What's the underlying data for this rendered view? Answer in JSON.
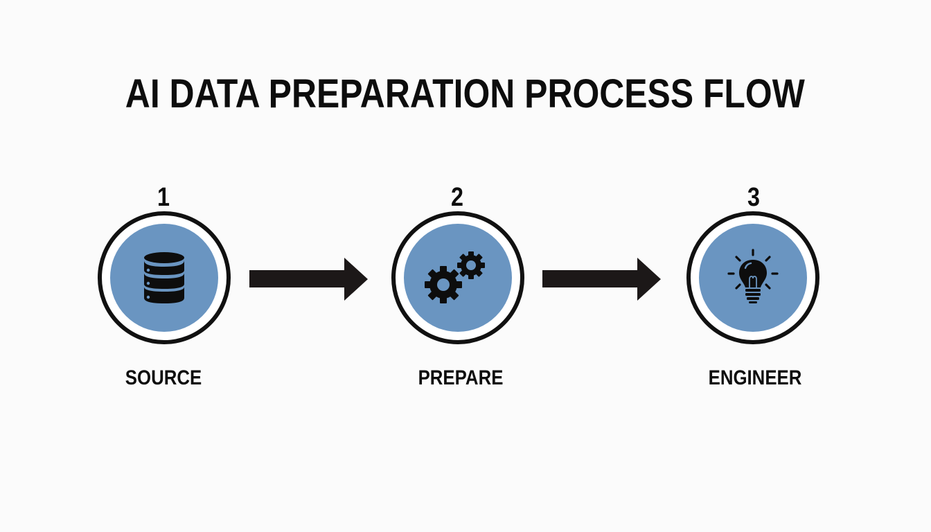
{
  "title": "AI DATA PREPARATION PROCESS FLOW",
  "colors": {
    "background": "#fbfbfb",
    "disc": "#6a95c1",
    "ring": "#111111",
    "text": "#0d0d0d",
    "arrow": "#1c1818"
  },
  "steps": [
    {
      "number": "1",
      "label": "SOURCE",
      "icon": "database-icon"
    },
    {
      "number": "2",
      "label": "PREPARE",
      "icon": "gears-icon"
    },
    {
      "number": "3",
      "label": "ENGINEER",
      "icon": "lightbulb-icon"
    }
  ],
  "connectors": [
    {
      "from": "1",
      "to": "2",
      "icon": "arrow-right-icon"
    },
    {
      "from": "2",
      "to": "3",
      "icon": "arrow-right-icon"
    }
  ]
}
